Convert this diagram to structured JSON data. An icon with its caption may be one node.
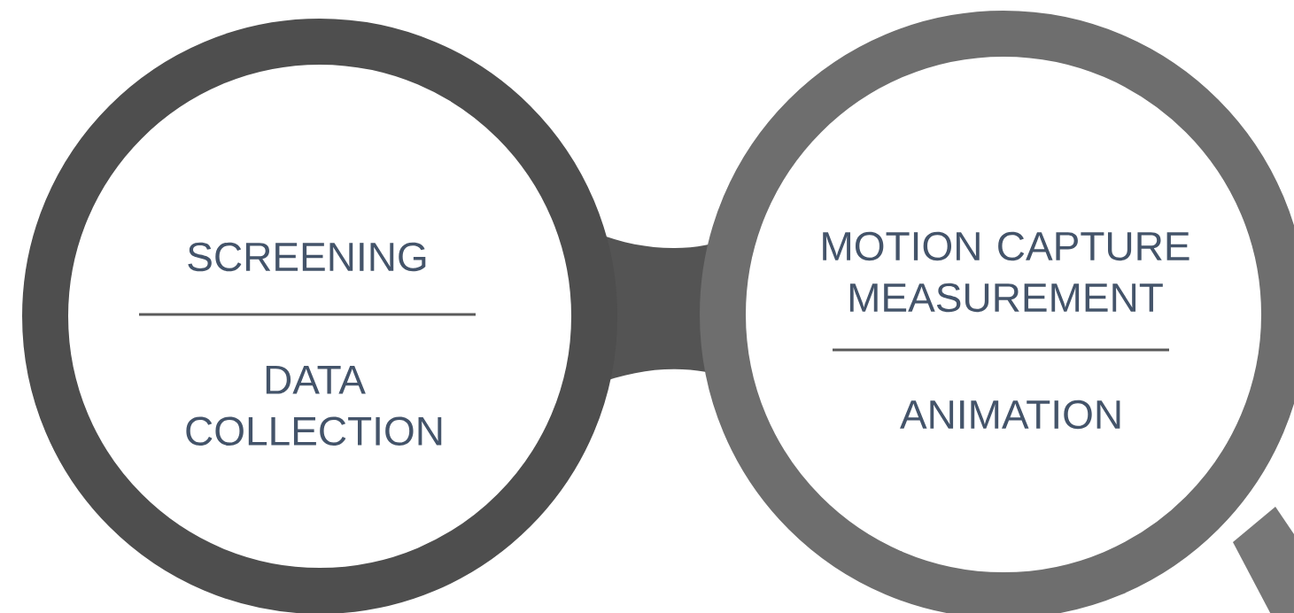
{
  "diagram": {
    "nodes": [
      {
        "text": [
          "SCREENING",
          "DATA COLLECTION"
        ]
      },
      {
        "text": [
          "MOTION CAPTURE MEASUREMENT",
          "ANIMATION"
        ]
      }
    ]
  }
}
